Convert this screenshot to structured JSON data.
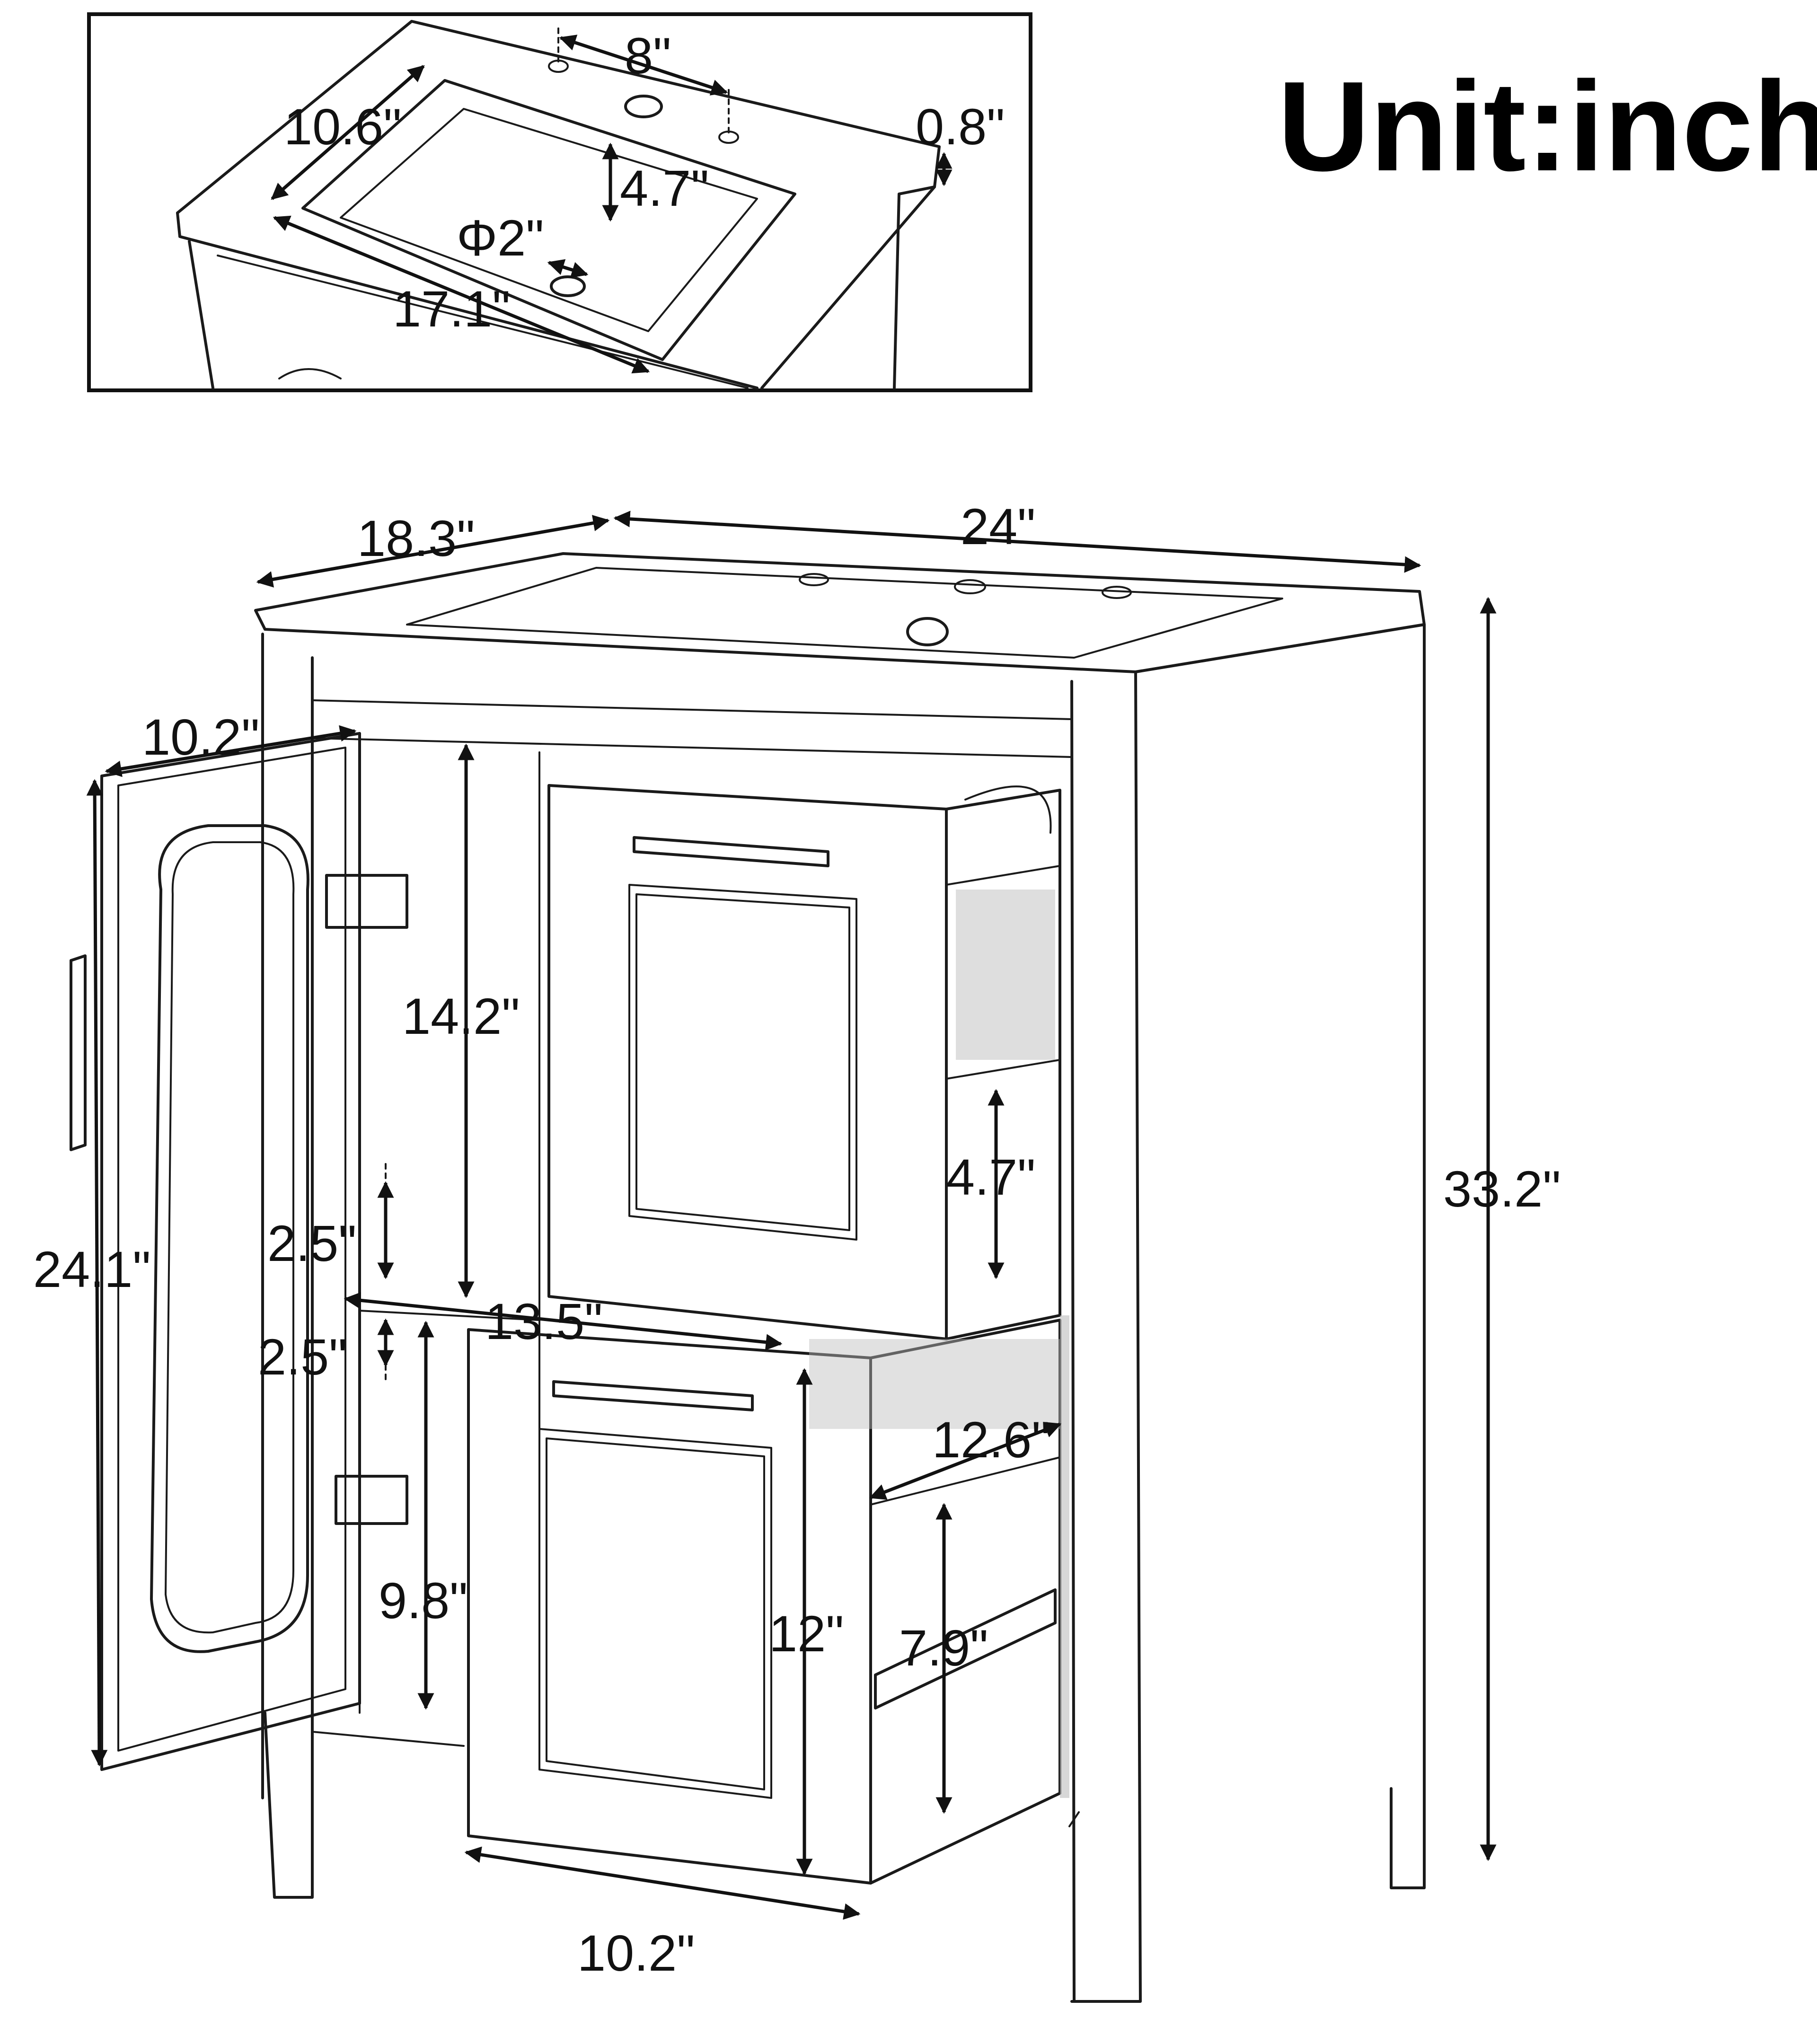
{
  "title": "Unit:inch",
  "inset": {
    "faucet_spacing": "8\"",
    "basin_width": "10.6\"",
    "top_thickness": "0.8\"",
    "basin_depth": "4.7\"",
    "drain_diameter": "Φ2\"",
    "basin_length": "17.1\""
  },
  "cabinet": {
    "depth": "18.3\"",
    "width": "24\"",
    "height": "33.2\"",
    "door_width": "10.2\"",
    "door_height": "24.1\"",
    "upper_opening": "14.2\"",
    "shelf_gap_top": "2.5\"",
    "shelf_gap_bottom": "2.5\"",
    "shelf_width": "13.5\"",
    "lower_opening": "9.8\"",
    "top_drawer_depth": "4.7\"",
    "drawer_length": "12.6\"",
    "drawer_front_height": "12\"",
    "drawer_inner_depth": "7.9\"",
    "drawer_width": "10.2\""
  }
}
